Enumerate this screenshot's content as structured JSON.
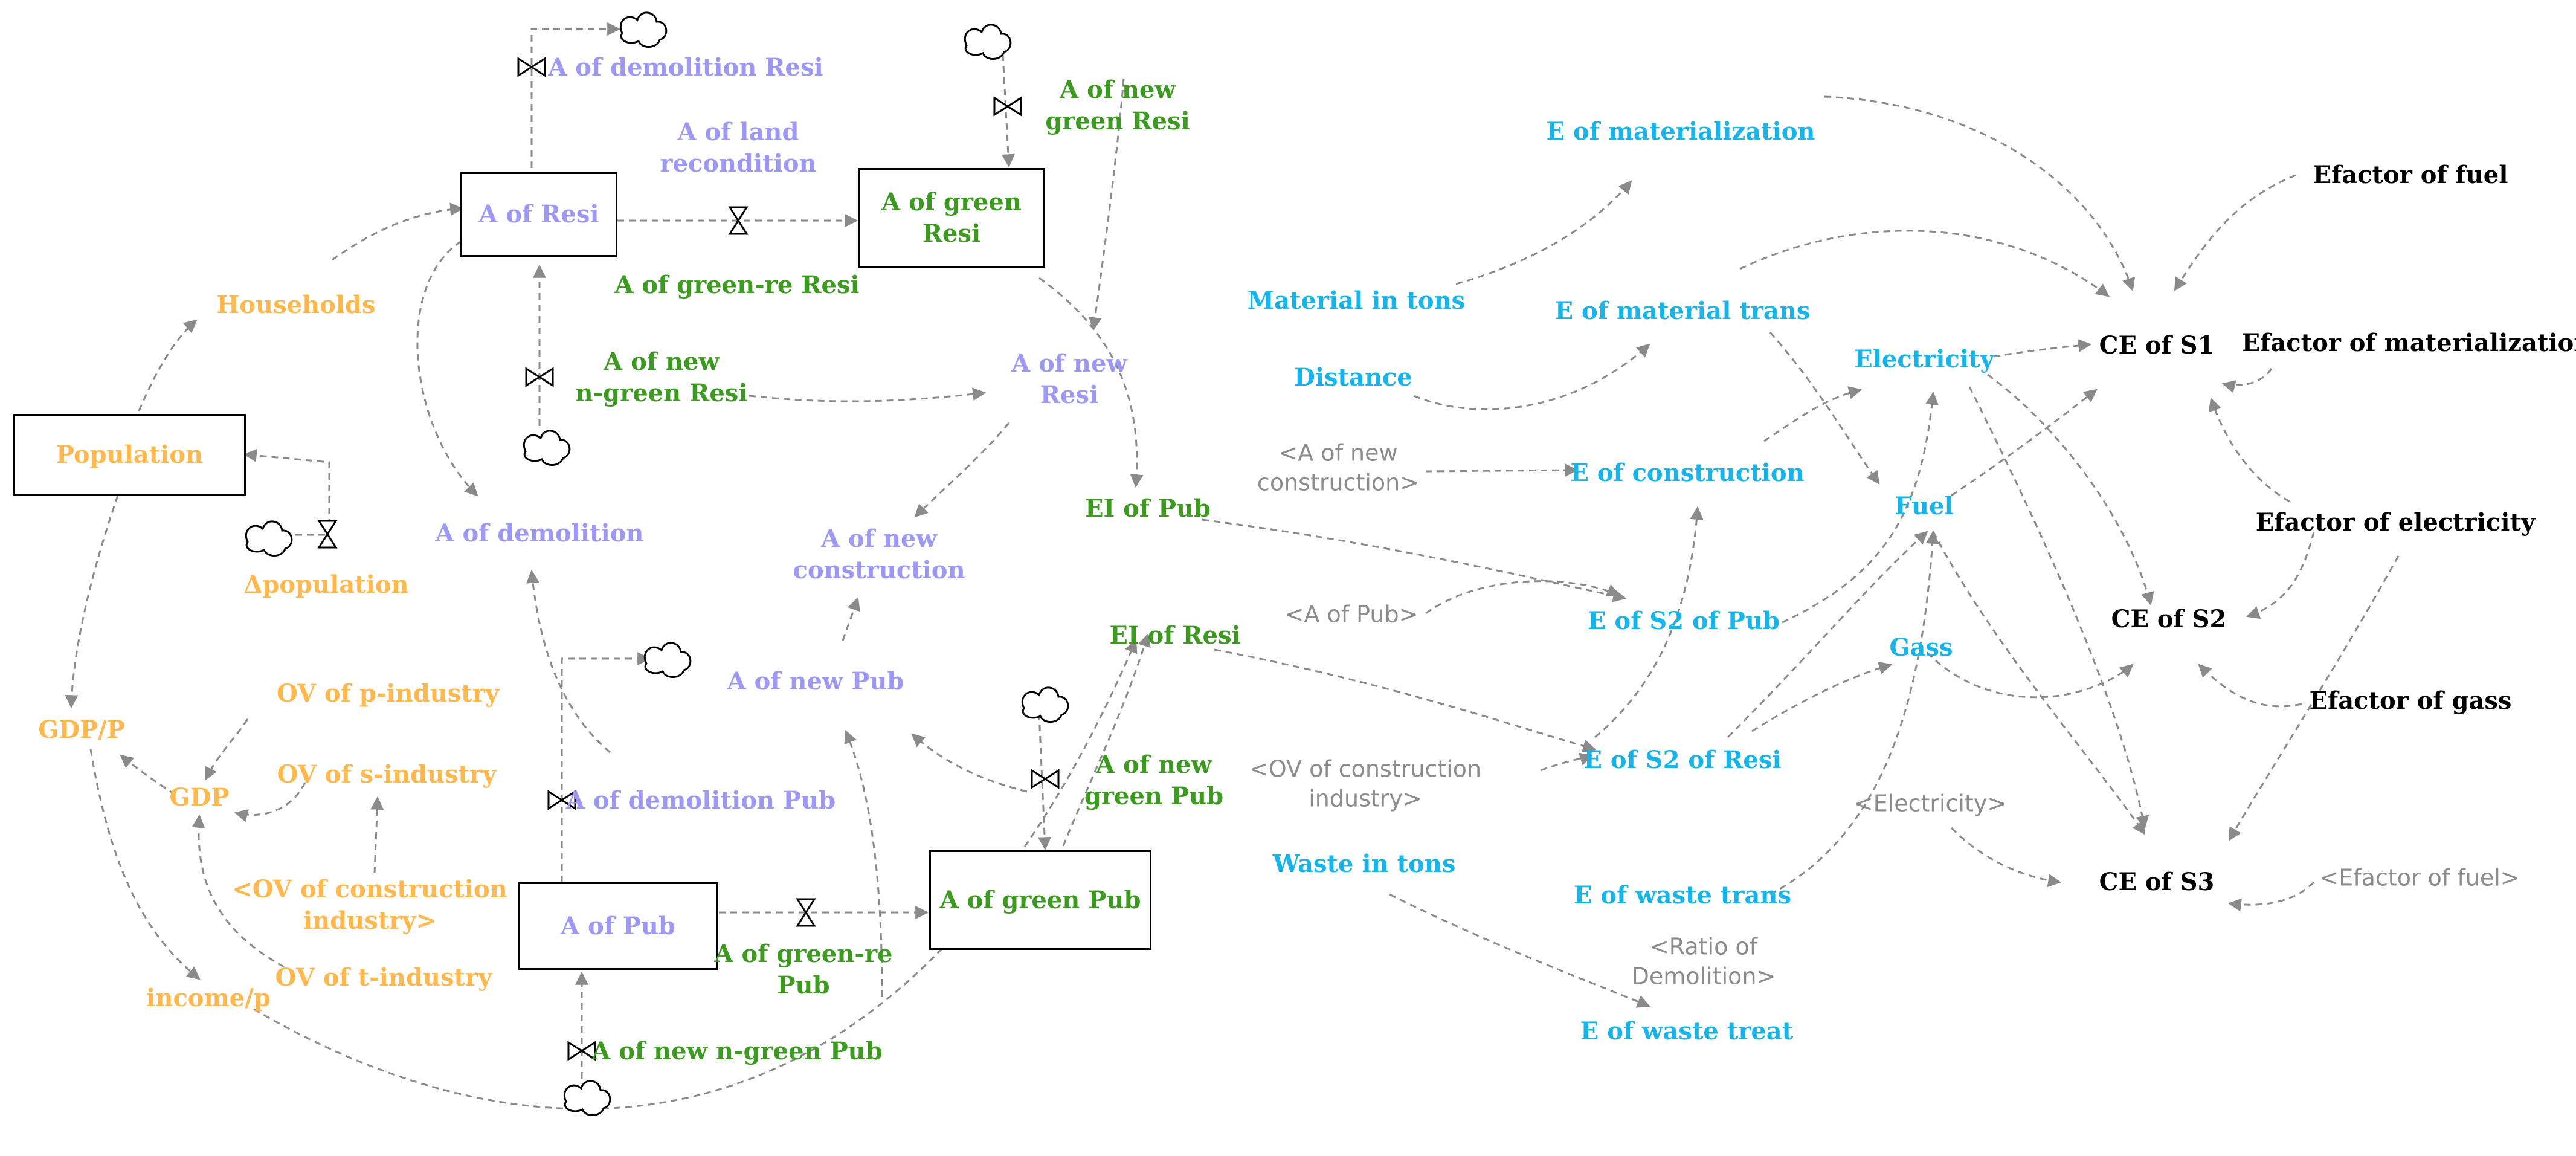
{
  "colors": {
    "orange": "#ffb84d",
    "purple": "#9e98f5",
    "green": "#3b9a1f",
    "cyan": "#16b4e8",
    "gray": "#8c8c8c",
    "black": "#000000",
    "arrow": "#8a8a8a"
  },
  "stocks": {
    "population": "Population",
    "a_of_resi": "A of Resi",
    "a_of_green_resi": "A of green\nResi",
    "a_of_pub": "A of Pub",
    "a_of_green_pub": "A of green Pub"
  },
  "variables": {
    "households": "Households",
    "delta_population": "Δpopulation",
    "gdp_per_p": "GDP/P",
    "gdp": "GDP",
    "ov_p_industry": "OV of p-industry",
    "ov_s_industry": "OV of s-industry",
    "ov_construction_industry": "<OV of construction\nindustry>",
    "ov_t_industry": "OV of t-industry",
    "income_per_p": "income/p",
    "a_of_demolition_resi": "A of demolition Resi",
    "a_of_land_recondition": "A of land\nrecondition",
    "a_of_new_green_resi": "A of new\ngreen Resi",
    "a_of_green_re_resi": "A of green-re Resi",
    "a_of_new_n_green_resi": "A of new\nn-green Resi",
    "a_of_new_resi": "A of new\nResi",
    "a_of_demolition": "A of demolition",
    "a_of_new_construction": "A of new\nconstruction",
    "a_of_new_pub": "A of new Pub",
    "a_of_demolition_pub": "A of demolition Pub",
    "a_of_new_green_pub": "A of new\ngreen Pub",
    "a_of_green_re_pub": "A of green-re\nPub",
    "a_of_new_n_green_pub": "A of new n-green Pub",
    "ei_of_pub": "EI of Pub",
    "ei_of_resi": "EI of Resi",
    "e_of_materialization": "E of materialization",
    "material_in_tons": "Material in tons",
    "e_of_material_trans": "E of material trans",
    "distance": "Distance",
    "shadow_a_of_new_construction": "<A of new\nconstruction>",
    "e_of_construction": "E of construction",
    "shadow_a_of_pub": "<A of Pub>",
    "e_of_s2_of_pub": "E of S2 of Pub",
    "shadow_ov_of_construction_industry": "<OV of construction\nindustry>",
    "e_of_s2_of_resi": "E of S2 of Resi",
    "waste_in_tons": "Waste in tons",
    "e_of_waste_trans": "E of waste trans",
    "shadow_ratio_of_demolition": "<Ratio of\nDemolition>",
    "e_of_waste_treat": "E of waste treat",
    "electricity": "Electricity",
    "fuel": "Fuel",
    "gass": "Gass",
    "shadow_electricity": "<Electricity>",
    "ce_of_s1": "CE of S1",
    "ce_of_s2": "CE of S2",
    "ce_of_s3": "CE of S3",
    "efactor_of_fuel": "Efactor of fuel",
    "efactor_of_materialization": "Efactor of materialization",
    "efactor_of_electricity": "Efactor of electricity",
    "efactor_of_gass": "Efactor of gass",
    "shadow_efactor_of_fuel": "<Efactor of fuel>"
  }
}
